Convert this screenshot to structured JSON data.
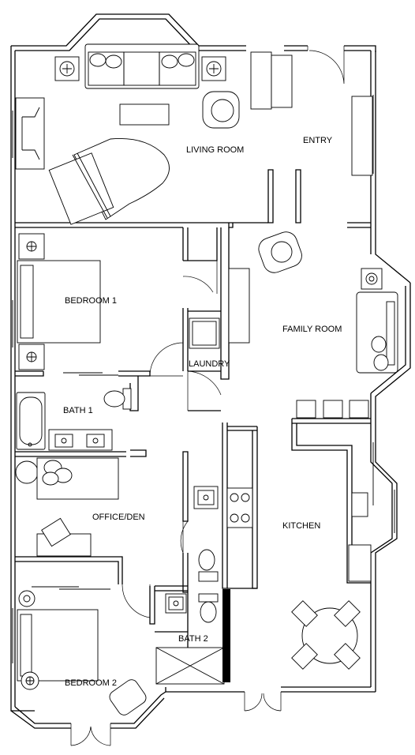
{
  "plan": {
    "room_labels": {
      "living_room": "LIVING ROOM",
      "entry": "ENTRY",
      "bedroom1": "BEDROOM 1",
      "family_room": "FAMILY ROOM",
      "laundry": "LAUNDRY",
      "bath1": "BATH 1",
      "office_den": "OFFICE/DEN",
      "kitchen": "KITCHEN",
      "bath2": "BATH 2",
      "bedroom2": "BEDROOM 2"
    }
  }
}
